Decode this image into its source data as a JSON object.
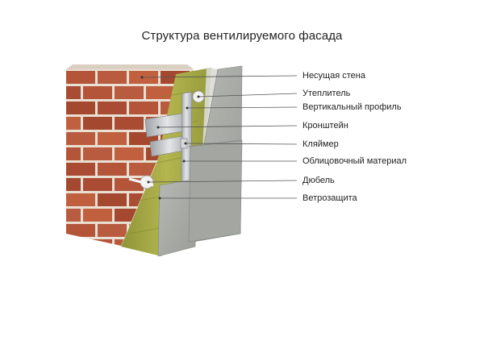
{
  "title": "Структура вентилируемого фасада",
  "labels": [
    {
      "id": "nesushchaya-stena",
      "text": "Несущая стена"
    },
    {
      "id": "uteplitel",
      "text": "Утеплитель"
    },
    {
      "id": "vertikalnyi-profil",
      "text": "Вертикальный профиль"
    },
    {
      "id": "kronshtein",
      "text": "Кронштейн"
    },
    {
      "id": "klyaimer",
      "text": "Кляймер"
    },
    {
      "id": "oblitsovochnyi-material",
      "text": "Облицовочный материал"
    },
    {
      "id": "dyubel",
      "text": "Дюбель"
    },
    {
      "id": "vetrozashchita",
      "text": "Ветрозащита"
    }
  ],
  "colors": {
    "brick": "#b5553a",
    "mortar": "#e9dfd2",
    "insulation": "#a7ab45",
    "panel": "#a8aba7",
    "metal": "#c9ccce",
    "leader": "#555555"
  }
}
